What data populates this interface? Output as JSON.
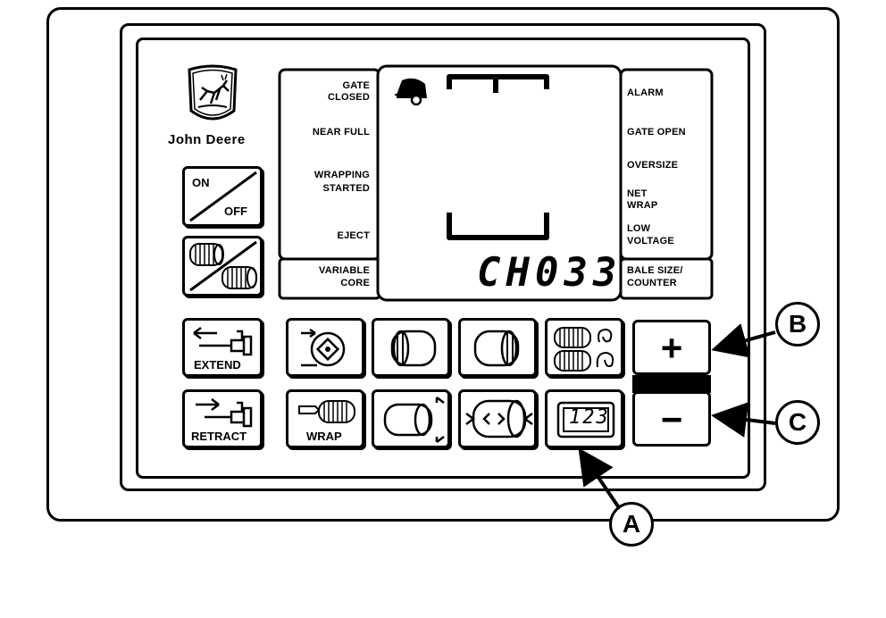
{
  "brand": {
    "name": "John Deere",
    "logo_icon": "leaping-deer-logo-icon"
  },
  "status_labels_left": [
    "GATE",
    "CLOSED",
    "NEAR FULL",
    "WRAPPING",
    "STARTED",
    "EJECT"
  ],
  "mode_label_left": [
    "VARIABLE",
    "CORE"
  ],
  "status_labels_right": [
    "ALARM",
    "GATE OPEN",
    "OVERSIZE",
    "NET",
    "WRAP",
    "LOW",
    "VOLTAGE"
  ],
  "mode_label_right": [
    "BALE SIZE/",
    "COUNTER"
  ],
  "display": {
    "readout": "CH033"
  },
  "buttons": {
    "on_off": [
      "ON",
      "OFF"
    ],
    "extend": "EXTEND",
    "retract": "RETRACT",
    "wrap": "WRAP",
    "counter_digits": "123",
    "plus": "+",
    "minus": "−"
  },
  "callouts": [
    "A",
    "B",
    "C"
  ]
}
